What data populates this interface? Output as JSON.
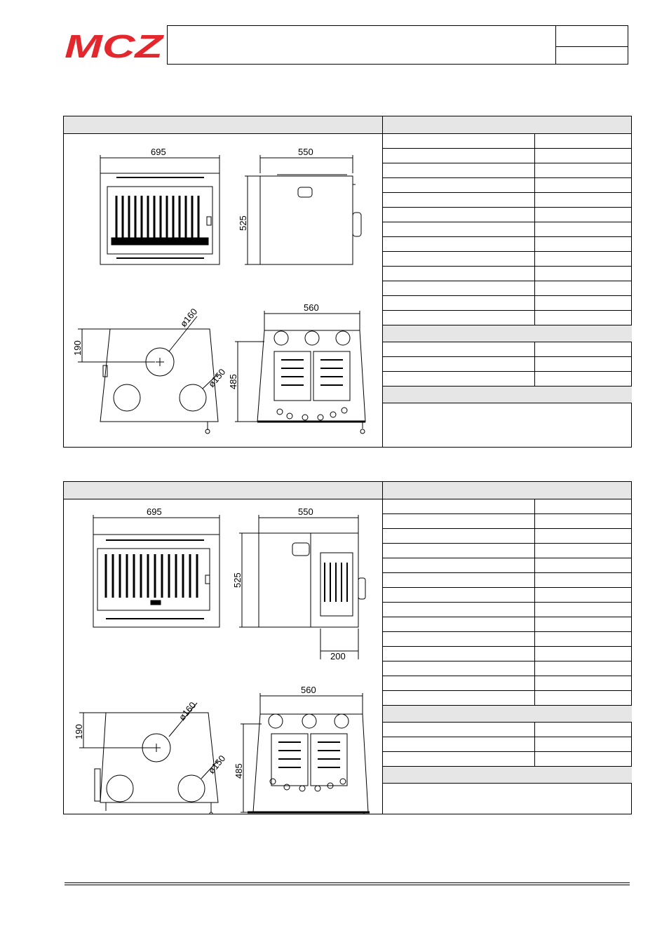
{
  "brand": {
    "logo_text": "MCZ",
    "logo_color": "#e4262d"
  },
  "sheets": [
    {
      "dims": {
        "width_front": "695",
        "depth_side": "550",
        "height_side": "525",
        "top_offset": "190",
        "flue_top": "ø160",
        "flue_rear": "ø150",
        "width_rear": "560",
        "height_rear": "485"
      }
    },
    {
      "dims": {
        "width_front": "695",
        "depth_side": "550",
        "height_side": "525",
        "side_extra": "200",
        "top_offset": "190",
        "flue_top": "ø160",
        "flue_rear": "ø150",
        "width_rear": "560",
        "height_rear": "485"
      }
    }
  ]
}
